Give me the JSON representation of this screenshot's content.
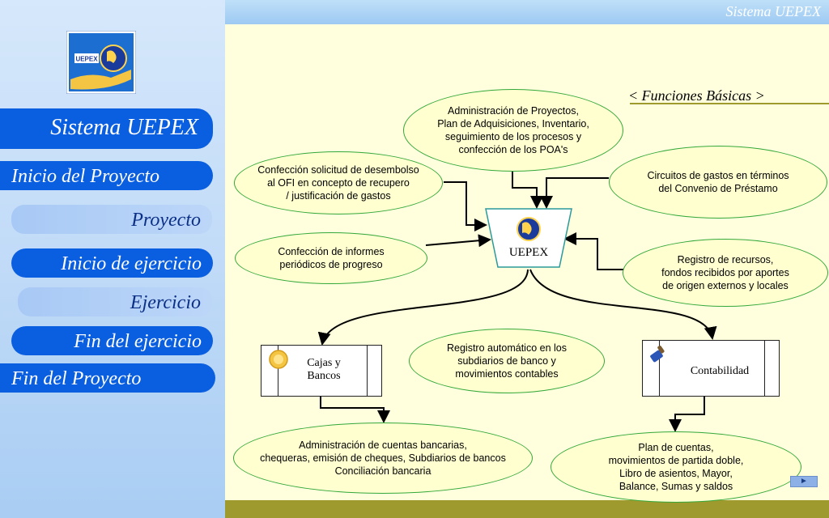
{
  "header": {
    "app_title": "Sistema UEPEX"
  },
  "sidebar": {
    "logo_text": "UEPEX",
    "items": [
      {
        "label": "Sistema UEPEX"
      },
      {
        "label": "Inicio del Proyecto"
      },
      {
        "label": "Proyecto"
      },
      {
        "label": "Inicio de ejercicio"
      },
      {
        "label": "Ejercicio"
      },
      {
        "label": "Fin del ejercicio"
      },
      {
        "label": "Fin del Proyecto"
      }
    ]
  },
  "main": {
    "section_title": "< Funciones Básicas >",
    "center_label": "UEPEX",
    "nodes": {
      "admin_proyectos": "Administración de  Proyectos,\nPlan de Adquisiciones, Inventario,\nseguimiento de los procesos y\nconfección de los POA's",
      "confeccion_ofi": "Confección  solicitud de desembolso\nal OFI en concepto de recupero\n/ justificación de gastos",
      "circuitos_gastos": "Circuitos de gastos en términos\ndel Convenio de Préstamo",
      "informes": "Confección de informes\nperiódicos de progreso",
      "registro_recursos": "Registro de recursos,\nfondos recibidos por  aportes\nde origen externos y locales",
      "registro_automatico": "Registro automático en los\nsubdiarios de banco y\nmovimientos  contables",
      "admin_bancarias": "Administración de cuentas bancarias,\nchequeras, emisión de cheques,  Subdiarios de bancos\nConciliación bancaria",
      "plan_cuentas": "Plan de cuentas,\nmovimientos de partida doble,\nLibro de asientos, Mayor,\nBalance, Sumas y saldos"
    },
    "modules": {
      "cajas_bancos": "Cajas y\nBancos",
      "contabilidad": "Contabilidad"
    },
    "next_button": "►"
  }
}
